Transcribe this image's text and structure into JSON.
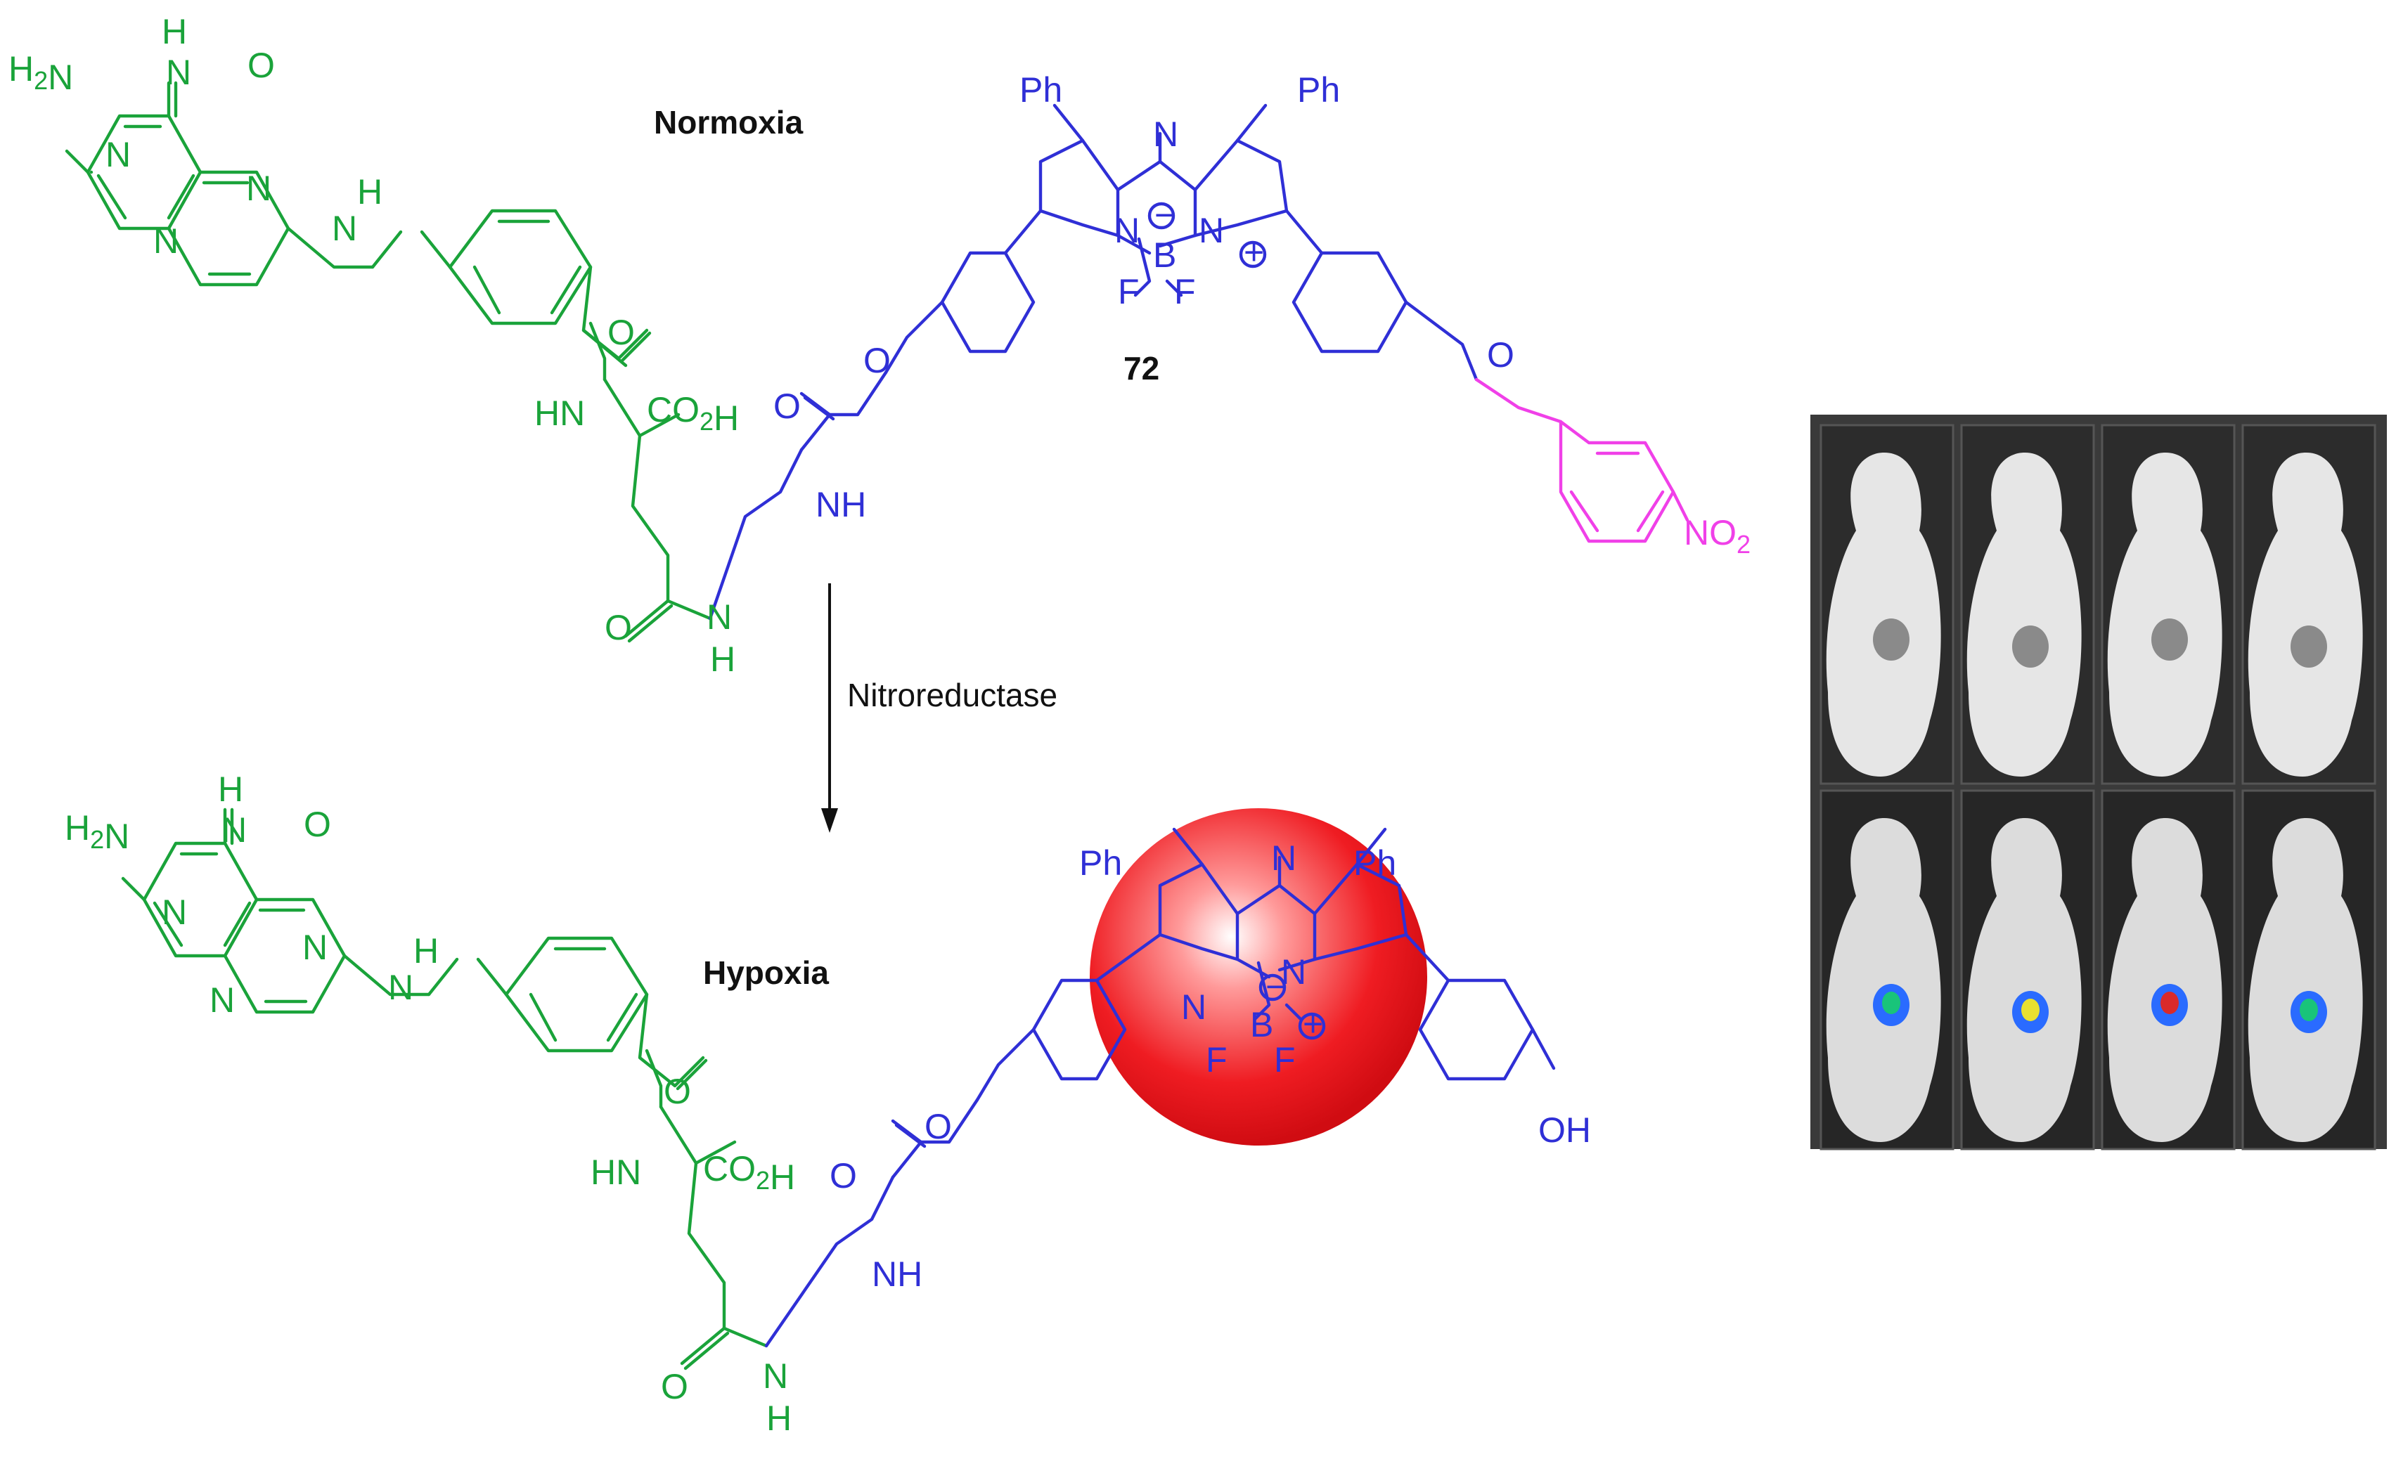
{
  "labels": {
    "normoxia": "Normoxia",
    "hypoxia": "Hypoxia",
    "compound_number": "72",
    "reaction_agent": "Nitroreductase"
  },
  "atoms": {
    "h2n": "H2N",
    "h": "H",
    "n": "N",
    "o": "O",
    "co2h": "CO2H",
    "hn": "HN",
    "nh": "NH",
    "ph": "Ph",
    "b": "B",
    "f": "F",
    "minus": "−",
    "plus": "+",
    "no2": "NO2",
    "oh": "OH"
  },
  "colors": {
    "folate": "#1aa33a",
    "bodipy": "#2f2fd6",
    "nitrobenzyl": "#f040e8",
    "activated_glow": "#e8141c",
    "panel_background": "#3a3a3a"
  },
  "photo_panel": {
    "rows": 2,
    "columns": 4,
    "row_condition": [
      "white-light",
      "fluorescence"
    ],
    "signal_colors": [
      "#2a6bff",
      "#19c47a",
      "#e8e030",
      "#d92a2a"
    ]
  }
}
